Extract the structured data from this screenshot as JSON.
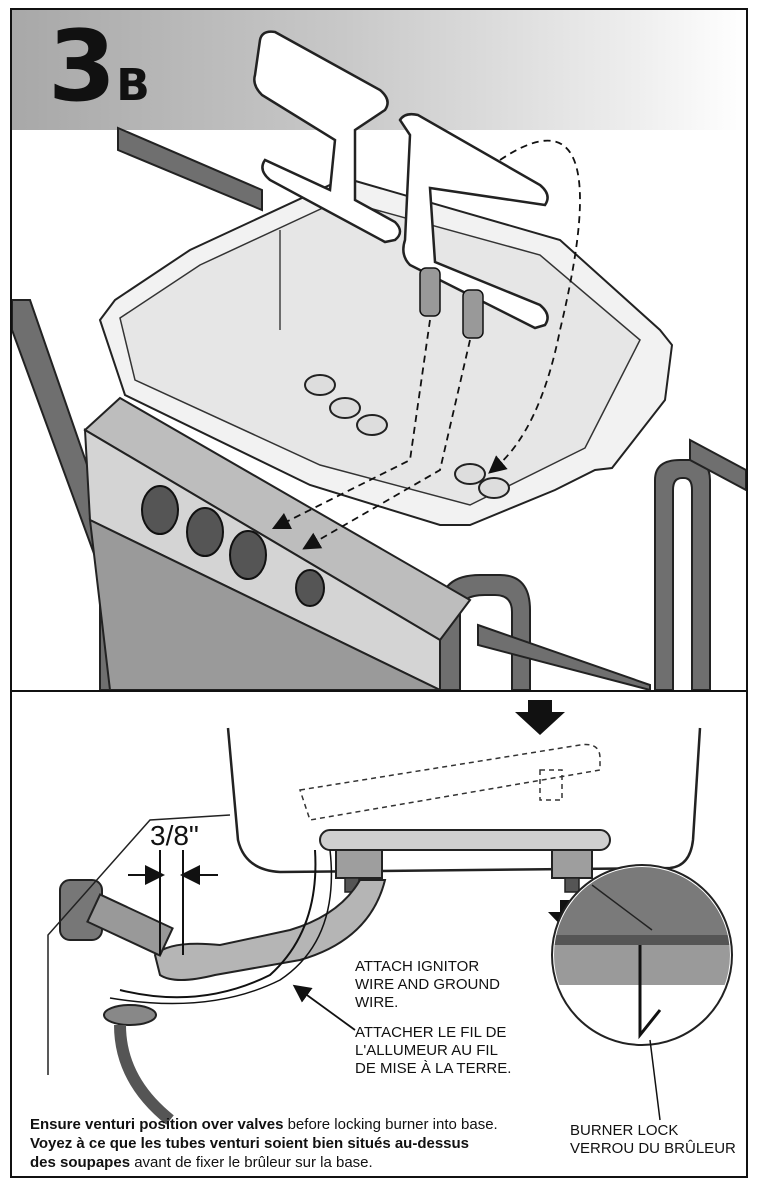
{
  "step": {
    "number": "3",
    "sub": "B"
  },
  "measurement": "3/8\"",
  "ignitor_note": {
    "en_line1": "ATTACH IGNITOR",
    "en_line2": "WIRE AND GROUND",
    "en_line3": "WIRE.",
    "fr_line1": "ATTACHER LE FIL DE",
    "fr_line2": "L'ALLUMEUR AU FIL",
    "fr_line3": "DE MISE À LA TERRE."
  },
  "burner_lock": {
    "en": "BURNER LOCK",
    "fr": "VERROU DU BRÛLEUR"
  },
  "caption": {
    "en_bold": "Ensure venturi position over valves",
    "en_rest": " before locking burner into base.",
    "fr_bold_1": "Voyez à ce que les tubes venturi soient bien situés au-dessus",
    "fr_bold_2": "des soupapes",
    "fr_rest": " avant de fixer le brûleur sur la base."
  }
}
